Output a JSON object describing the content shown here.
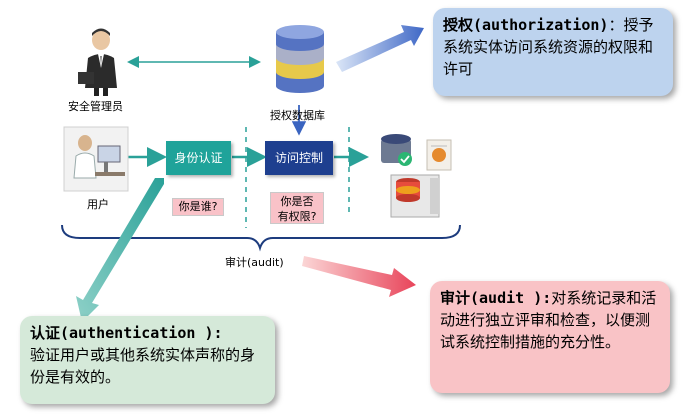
{
  "nodes": {
    "admin_label": "安全管理员",
    "db_label": "授权数据库",
    "user_label": "用户",
    "auth_box": "身份认证",
    "access_box": "访问控制",
    "who_tag": "你是谁?",
    "perm_tag_line1": "你是否",
    "perm_tag_line2": "有权限?",
    "audit_label": "审计(audit)"
  },
  "callouts": {
    "authorization": {
      "term": "授权(authorization)",
      "text": "：授予系统实体访问系统资源的权限和许可"
    },
    "authentication": {
      "term": "认证(authentication ):",
      "text": "验证用户或其他系统实体声称的身份是有效的。"
    },
    "audit": {
      "term": "审计(audit ):",
      "text": "对系统记录和活动进行独立评审和检查，以便测试系统控制措施的充分性。"
    }
  },
  "colors": {
    "authorization_bg": "#bdd3ee",
    "authentication_bg": "#d5e9d9",
    "audit_bg": "#f9c3c6",
    "auth_box": "#1fa39a",
    "access_box": "#1e3f8f",
    "connector": "#2aa198"
  }
}
